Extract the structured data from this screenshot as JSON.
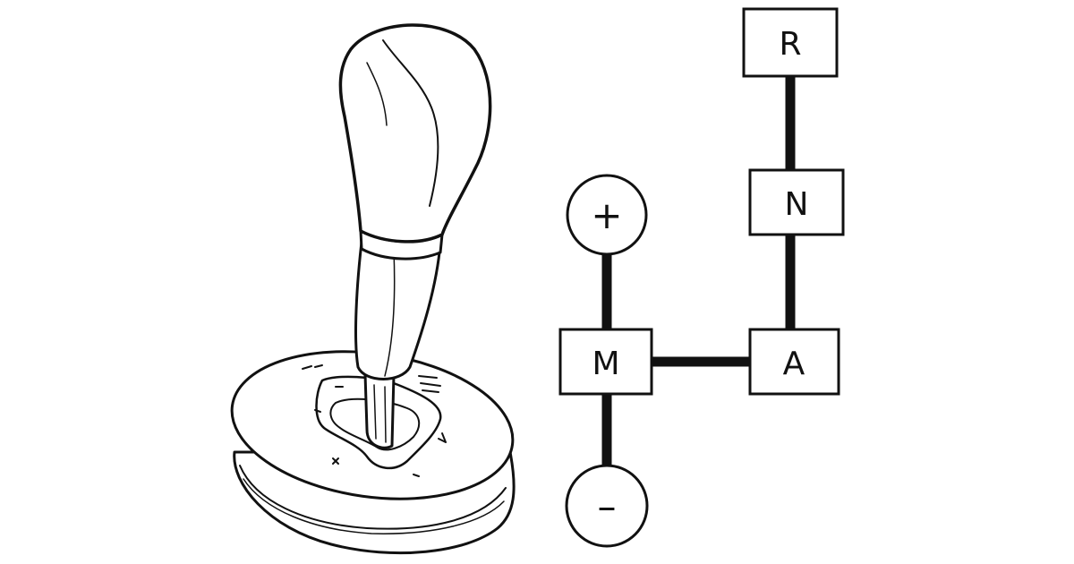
{
  "colors": {
    "line": "#111111",
    "fill": "#ffffff"
  },
  "gate": {
    "reverse": "R",
    "neutral": "N",
    "automatic": "A",
    "manual": "M",
    "shift_up": "+",
    "shift_down": "–"
  }
}
